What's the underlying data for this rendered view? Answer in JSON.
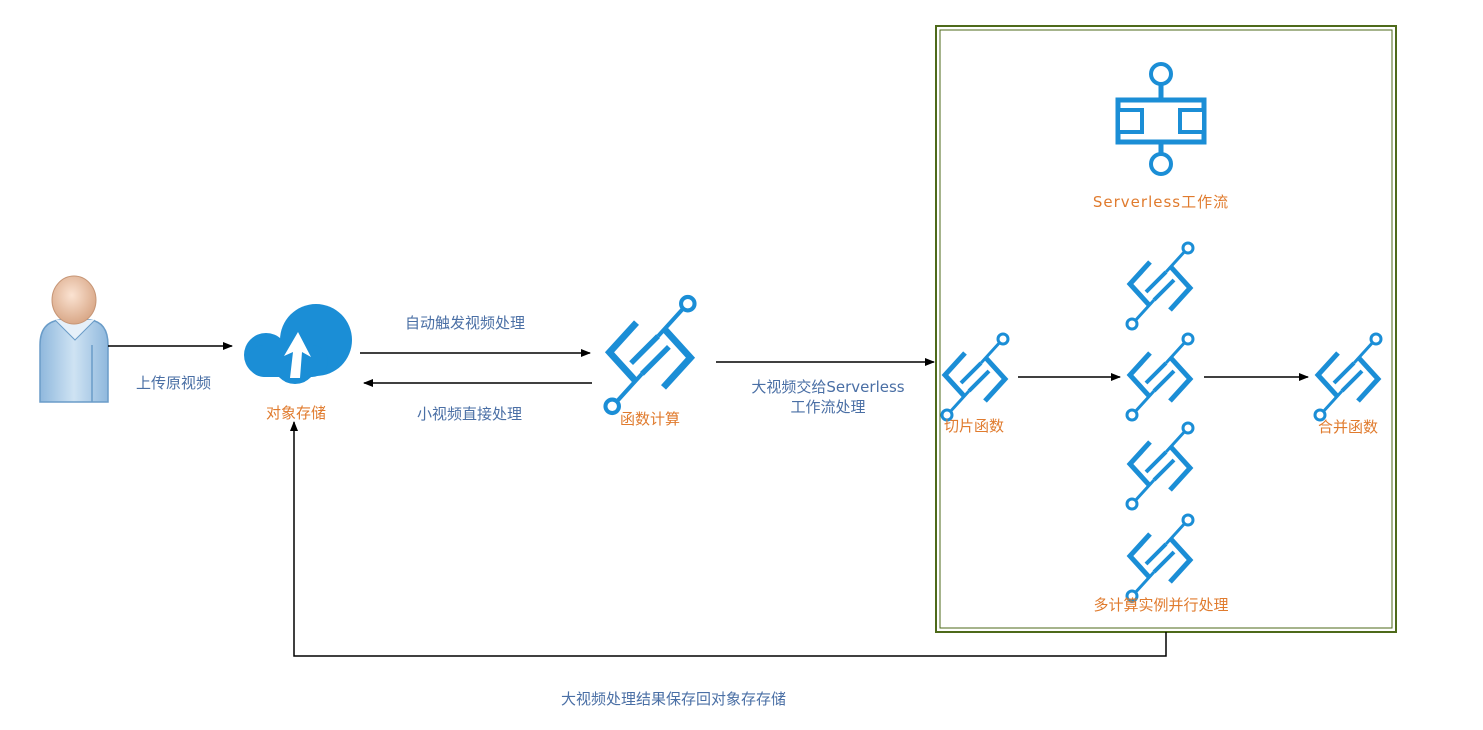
{
  "colors": {
    "icon_blue": "#1b8ed6",
    "label_blue": "#4a6fa5",
    "label_orange": "#e07b2e",
    "frame_green": "#4e6a1a",
    "arrow": "#000000"
  },
  "nodes": {
    "user": {
      "icon": "user-icon"
    },
    "object_storage": {
      "icon": "cloud-upload-icon",
      "label": "对象存储"
    },
    "function_compute": {
      "icon": "function-icon",
      "label": "函数计算"
    },
    "workflow": {
      "icon": "workflow-icon",
      "label": "Serverless工作流"
    },
    "slice_function": {
      "icon": "function-icon",
      "label": "切片函数"
    },
    "merge_function": {
      "icon": "function-icon",
      "label": "合并函数"
    },
    "parallel_instances": {
      "icon": "function-icon",
      "label": "多计算实例并行处理"
    }
  },
  "edges": {
    "upload": "上传原视频",
    "auto_trigger": "自动触发视频处理",
    "small_video": "小视频直接处理",
    "to_workflow_line1": "大视频交给Serverless",
    "to_workflow_line2": "工作流处理",
    "save_back": "大视频处理结果保存回对象存存储"
  }
}
